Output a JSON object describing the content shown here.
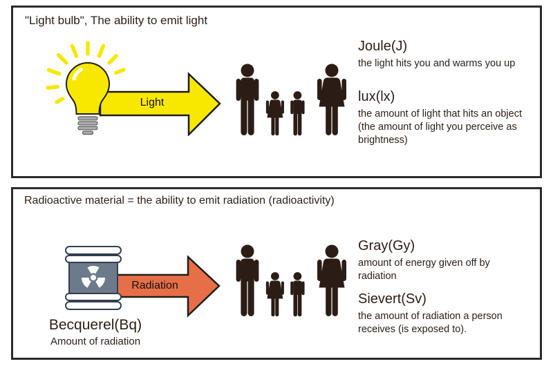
{
  "colors": {
    "yellow": "#f8e800",
    "orange": "#e76f48",
    "ink": "#2b1d15",
    "barrel": "#6d7a8b",
    "barrel_line": "#323e50",
    "panel_border": "#2d2a28"
  },
  "icons": {
    "light_source": "light-bulb-icon",
    "radiation_source": "radioactive-barrel-icon",
    "radiation_symbol": "radiation-trefoil-icon",
    "receiver": "family-icon",
    "flow": "arrow-right-icon"
  },
  "panel_light": {
    "title": "\"Light bulb\", The ability to emit light",
    "arrow_label": "Light",
    "units": [
      {
        "name": "Joule(J)",
        "desc": "the light hits you and warms you up"
      },
      {
        "name": "lux(lx)",
        "desc": "the amount of light that hits an object (the amount of light you perceive as brightness)"
      }
    ]
  },
  "panel_radiation": {
    "title": "Radioactive material = the ability to emit radiation (radioactivity)",
    "arrow_label": "Radiation",
    "source_name": "Becquerel(Bq)",
    "source_desc": "Amount of radiation",
    "units": [
      {
        "name": "Gray(Gy)",
        "desc": "amount of energy given off by radiation"
      },
      {
        "name": "Sievert(Sv)",
        "desc": "the amount of radiation a person receives (is exposed to)."
      }
    ]
  }
}
